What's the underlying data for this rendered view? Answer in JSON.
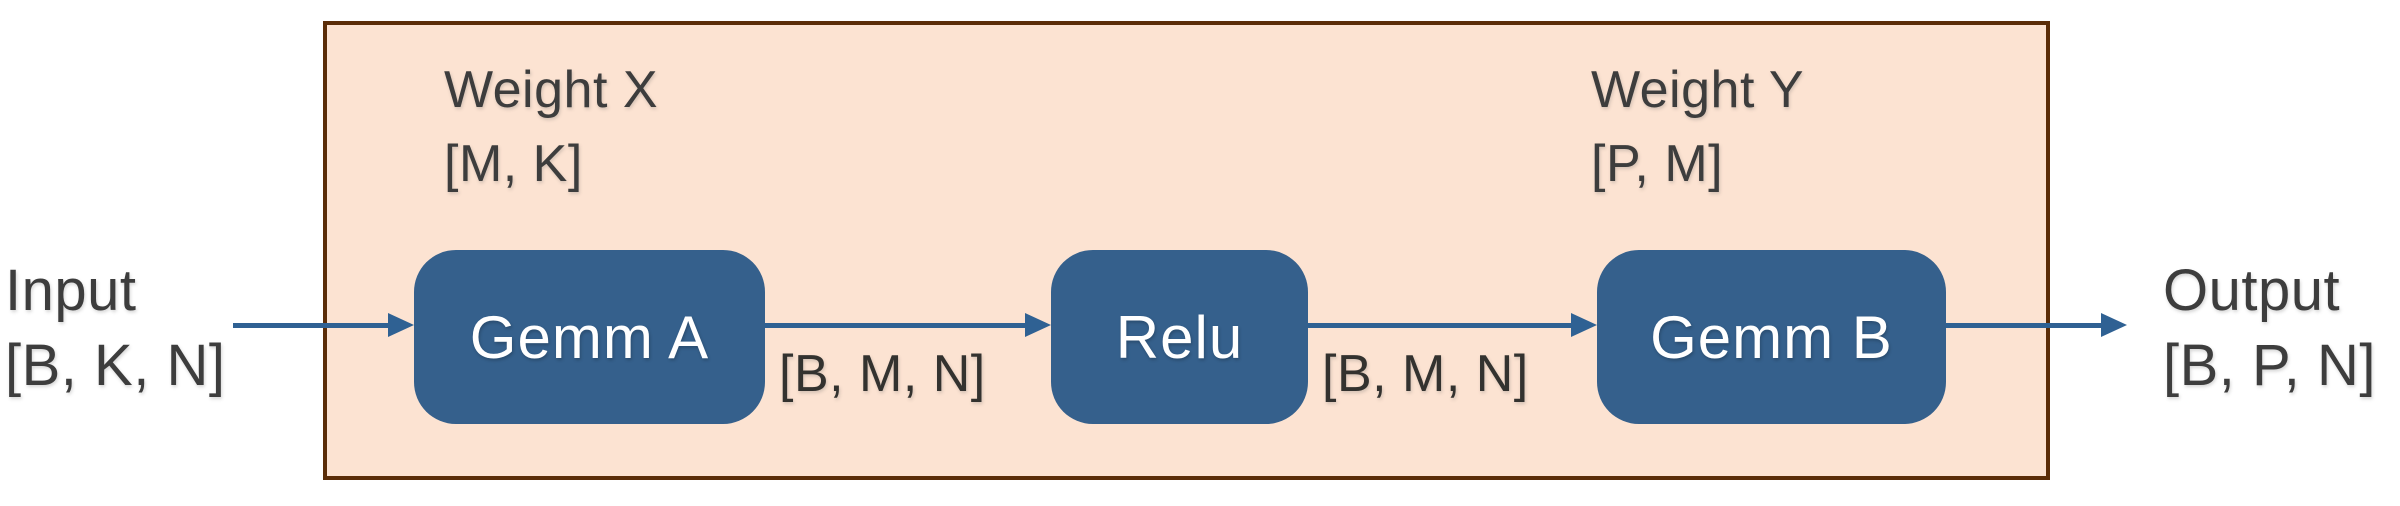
{
  "colors": {
    "background": "#FFFFFF",
    "container_fill": "#FCE3D2",
    "container_border": "#5B2D08",
    "node_fill": "#35608C",
    "node_text": "#FFFFFF",
    "arrow": "#2F6193",
    "label_text": "#3D3D3D"
  },
  "diagram": {
    "external_input": {
      "name": "Input",
      "shape": "[B, K, N]"
    },
    "external_output": {
      "name": "Output",
      "shape": "[B, P, N]"
    },
    "weights": [
      {
        "name": "Weight X",
        "shape": "[M, K]"
      },
      {
        "name": "Weight Y",
        "shape": "[P, M]"
      }
    ],
    "nodes": [
      {
        "label": "Gemm A"
      },
      {
        "label": "Relu"
      },
      {
        "label": "Gemm B"
      }
    ],
    "edges": [
      {
        "from": "Input",
        "to": "Gemm A",
        "label": ""
      },
      {
        "from": "Gemm A",
        "to": "Relu",
        "label": "[B, M, N]"
      },
      {
        "from": "Relu",
        "to": "Gemm B",
        "label": "[B, M, N]"
      },
      {
        "from": "Gemm B",
        "to": "Output",
        "label": ""
      }
    ]
  }
}
